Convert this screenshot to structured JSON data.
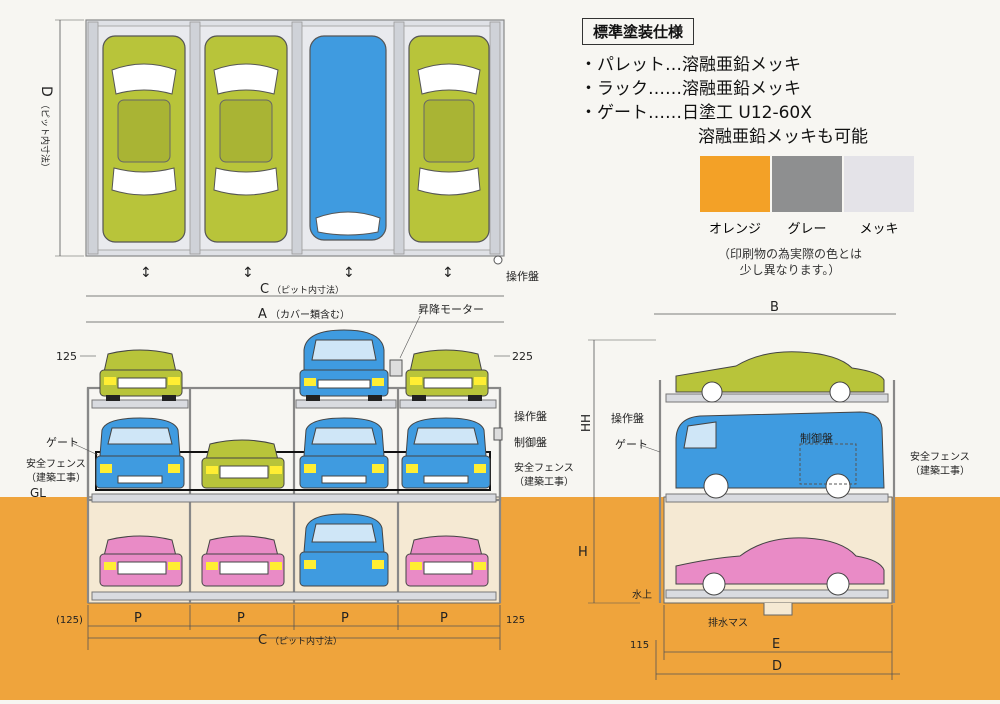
{
  "spec": {
    "title": "標準塗装仕様",
    "items": [
      "・パレット…溶融亜鉛メッキ",
      "・ラック……溶融亜鉛メッキ",
      "・ゲート……日塗工 U12-60X"
    ],
    "gate_alt": "溶融亜鉛メッキも可能",
    "swatches": [
      {
        "label": "オレンジ",
        "color": "#f3a127"
      },
      {
        "label": "グレー",
        "color": "#8e8f90"
      },
      {
        "label": "メッキ",
        "color": "#e4e3e8"
      }
    ],
    "note_lines": [
      "（印刷物の為実際の色とは",
      "少し異なります。）"
    ]
  },
  "plan": {
    "d_label": "D",
    "d_sub": "（ピット内寸法）",
    "c_label": "C",
    "c_sub": "（ピット内寸法）",
    "panel_label": "操作盤"
  },
  "front": {
    "a_label": "A",
    "a_sub": "（カバー類含む）",
    "motor": "昇降モーター",
    "dim_125": "125",
    "dim_225": "225",
    "gate": "ゲート",
    "fence_left": [
      "安全フェンス",
      "（建築工事）"
    ],
    "gl": "GL",
    "panel": "操作盤",
    "control": "制御盤",
    "fence_right": [
      "安全フェンス",
      "（建築工事）"
    ],
    "p": "P",
    "dim_125b": "(125)",
    "dim_125c": "125",
    "c_label": "C",
    "c_sub": "（ピット内寸法）"
  },
  "side": {
    "b": "B",
    "hh": "HH",
    "h": "H",
    "panel": "操作盤",
    "gate": "ゲート",
    "control": "制御盤",
    "fence": [
      "安全フェンス",
      "（建築工事）"
    ],
    "water": "水上",
    "drain": "排水マス",
    "dim_115": "115",
    "e": "E",
    "d": "D"
  },
  "colors": {
    "ground": "#efa43c",
    "olive": "#b8c43a",
    "blue": "#3f9be0",
    "pink": "#e98bc6",
    "frame": "#d9dbe0"
  }
}
